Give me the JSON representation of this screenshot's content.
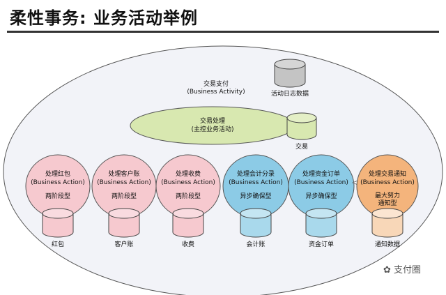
{
  "title": "柔性事务: 业务活动举例",
  "activity": {
    "name": "交易支付",
    "sub": "(Business Activity)"
  },
  "log_db": {
    "label": "活动日志数据"
  },
  "main_action": {
    "name": "交易处理",
    "sub": "(主控业务活动)"
  },
  "trade_db": {
    "label": "交易"
  },
  "actions": [
    {
      "name": "处理红包",
      "sub": "(Business Action)",
      "mode": "两阶段型",
      "db": "红包",
      "color": "#f6c9cf",
      "dbcolor": "#f6c9cf"
    },
    {
      "name": "处理客户账",
      "sub": "(Business Action)",
      "mode": "两阶段型",
      "db": "客户账",
      "color": "#f6c9cf",
      "dbcolor": "#f6c9cf"
    },
    {
      "name": "处理收费",
      "sub": "(Business Action)",
      "mode": "两阶段型",
      "db": "收费",
      "color": "#f6c9cf",
      "dbcolor": "#f6c9cf"
    },
    {
      "name": "处理会计分录",
      "sub": "(Business Action)",
      "mode": "异步确保型",
      "db": "会计账",
      "color": "#8ccbe6",
      "dbcolor": "#a9d9ec"
    },
    {
      "name": "处理资金订单",
      "sub": "(Business Action)",
      "mode": "异步确保型",
      "db": "资金订单",
      "color": "#8ccbe6",
      "dbcolor": "#a9d9ec"
    },
    {
      "name": "处理交易通知",
      "sub": "(Business Action)",
      "mode": "最大努力\n通知型",
      "db": "通知数据",
      "color": "#f4b47c",
      "dbcolor": "#f8d7b8"
    }
  ],
  "watermark": "支付圈",
  "colors": {
    "outer_fill": "#f2f3f8",
    "main_fill": "#d8e8b0",
    "db_gray": "#c4c4c4"
  }
}
